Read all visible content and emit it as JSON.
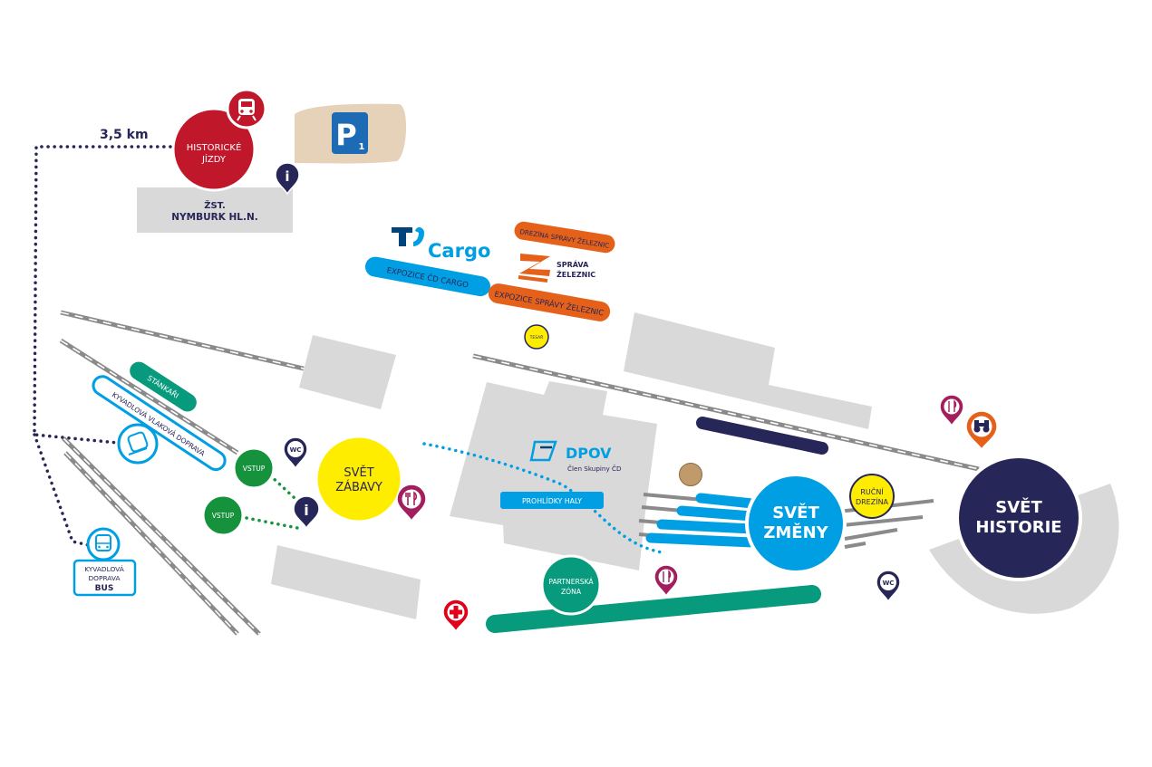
{
  "distance": "3,5 km",
  "historicke_jizdy": {
    "line1": "HISTORICKÉ",
    "line2": "JÍZDY"
  },
  "parking": {
    "letter": "P",
    "number": "1"
  },
  "station": {
    "line1": "ŽST.",
    "line2": "NYMBURK HL.N."
  },
  "cargo": {
    "brand": "Cargo",
    "expo": "EXPOZICE ČD CARGO"
  },
  "drezina_spravy": "DREZÍNA SPRÁVY ŽELEZNIC",
  "sprava": {
    "line1": "SPRÁVA",
    "line2": "ŽELEZNIC",
    "expo": "EXPOZICE SPRÁVY ŽELEZNIC"
  },
  "tesaric": "TESAŘ",
  "stankari": "STÁNKAŘI",
  "shuttle_train": "KYVADLOVÁ VLAKOVÁ DOPRAVA",
  "shuttle_bus": {
    "line1": "KYVADLOVÁ",
    "line2": "DOPRAVA",
    "line3": "BUS"
  },
  "vstup": "VSTUP",
  "wc": "WC",
  "info": "i",
  "svet_zabavy": {
    "line1": "SVĚT",
    "line2": "ZÁBAVY"
  },
  "dpov": {
    "brand": "DPOV",
    "sub": "Člen Skupiny ČD"
  },
  "prohlidky": "PROHLÍDKY HALY",
  "partnerska": {
    "line1": "PARTNERSKÁ",
    "line2": "ZÓNA"
  },
  "svet_zmeny": {
    "line1": "SVĚT",
    "line2": "ZMĚNY"
  },
  "rucni_drezina": {
    "line1": "RUČNÍ",
    "line2": "DREZÍNA"
  },
  "svet_historie": {
    "line1": "SVĚT",
    "line2": "HISTORIE"
  },
  "colors": {
    "navy": "#272658",
    "red": "#c0172a",
    "blue": "#009fe3",
    "orange": "#e5611a",
    "yellow": "#ffed00",
    "teal": "#079a7c",
    "green": "#16923d",
    "magenta": "#a31e5c",
    "gray": "#d9d9d9"
  }
}
